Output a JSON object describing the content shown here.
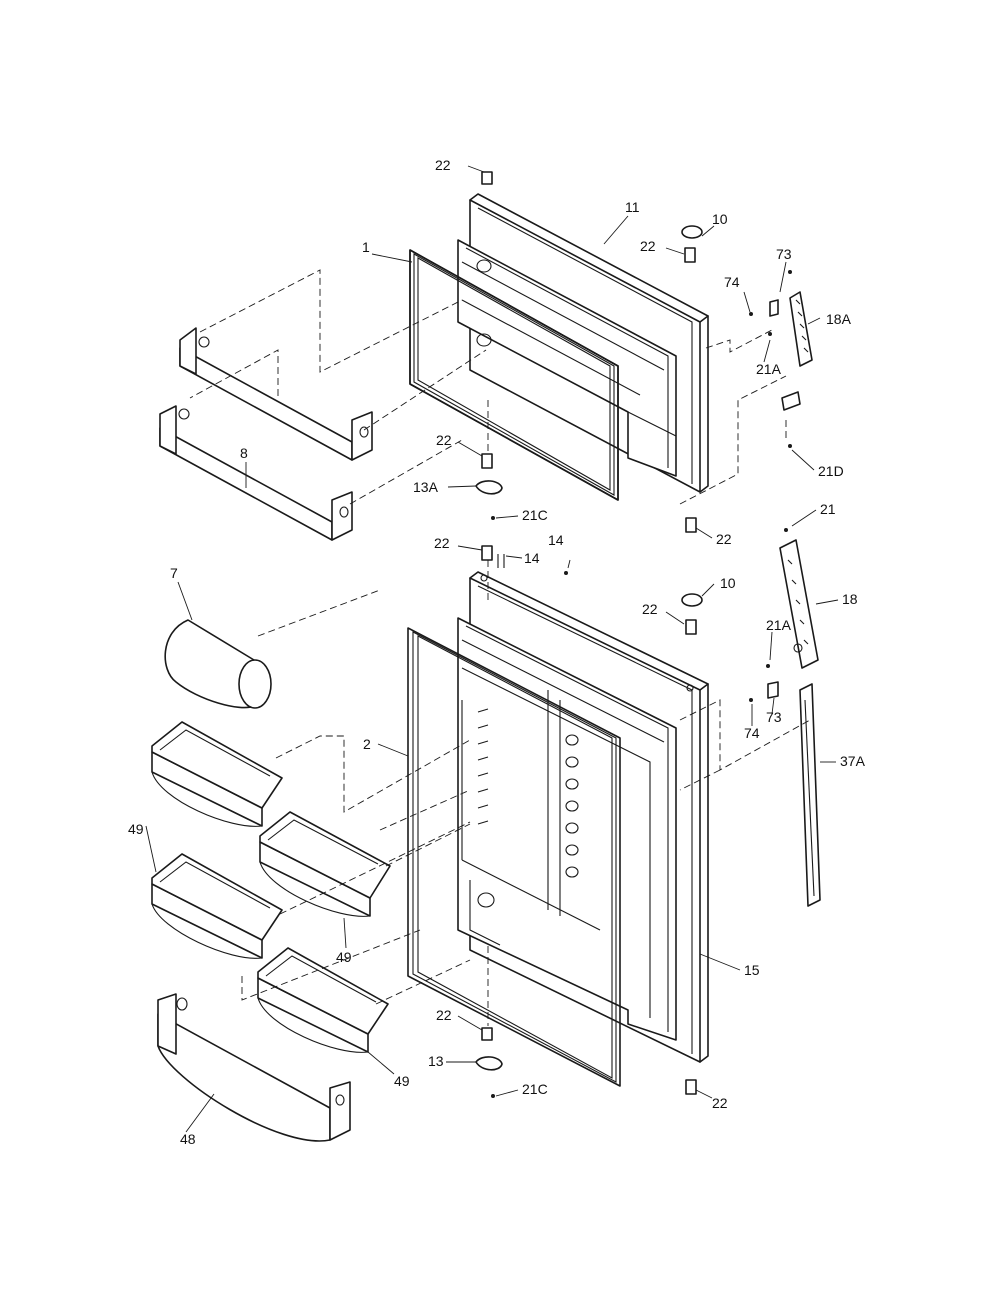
{
  "colors": {
    "line": "#1a1a1a",
    "background": "#ffffff"
  },
  "callouts": [
    {
      "id": "c22a",
      "text": "22"
    },
    {
      "id": "c11",
      "text": "11"
    },
    {
      "id": "c10a",
      "text": "10"
    },
    {
      "id": "c22b",
      "text": "22"
    },
    {
      "id": "c73a",
      "text": "73"
    },
    {
      "id": "c74a",
      "text": "74"
    },
    {
      "id": "c18A",
      "text": "18A"
    },
    {
      "id": "c1",
      "text": "1"
    },
    {
      "id": "c21Aa",
      "text": "21A"
    },
    {
      "id": "c8",
      "text": "8"
    },
    {
      "id": "c22c",
      "text": "22"
    },
    {
      "id": "c21D",
      "text": "21D"
    },
    {
      "id": "c13A",
      "text": "13A"
    },
    {
      "id": "c21Ca",
      "text": "21C"
    },
    {
      "id": "c22d",
      "text": "22"
    },
    {
      "id": "c21",
      "text": "21"
    },
    {
      "id": "c22e",
      "text": "22"
    },
    {
      "id": "c14a",
      "text": "14"
    },
    {
      "id": "c14b",
      "text": "14"
    },
    {
      "id": "c7",
      "text": "7"
    },
    {
      "id": "c10b",
      "text": "10"
    },
    {
      "id": "c18",
      "text": "18"
    },
    {
      "id": "c22f",
      "text": "22"
    },
    {
      "id": "c21Ab",
      "text": "21A"
    },
    {
      "id": "c2",
      "text": "2"
    },
    {
      "id": "c73b",
      "text": "73"
    },
    {
      "id": "c74b",
      "text": "74"
    },
    {
      "id": "c37A",
      "text": "37A"
    },
    {
      "id": "c49a",
      "text": "49"
    },
    {
      "id": "c49b",
      "text": "49"
    },
    {
      "id": "c15",
      "text": "15"
    },
    {
      "id": "c22g",
      "text": "22"
    },
    {
      "id": "c49c",
      "text": "49"
    },
    {
      "id": "c13",
      "text": "13"
    },
    {
      "id": "c21Cb",
      "text": "21C"
    },
    {
      "id": "c22h",
      "text": "22"
    },
    {
      "id": "c48",
      "text": "48"
    }
  ]
}
